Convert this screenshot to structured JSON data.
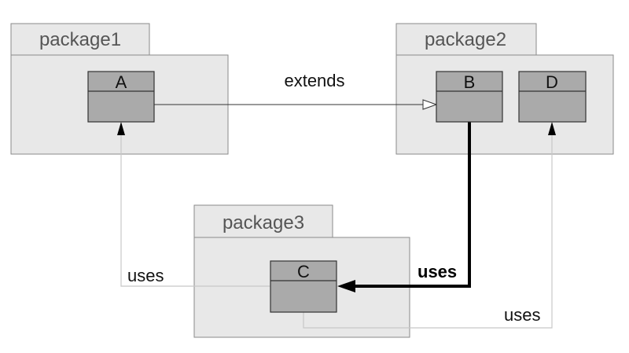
{
  "packages": [
    {
      "id": "package1",
      "label": "package1"
    },
    {
      "id": "package2",
      "label": "package2"
    },
    {
      "id": "package3",
      "label": "package3"
    }
  ],
  "classes": [
    {
      "id": "A",
      "name": "A",
      "package": "package1"
    },
    {
      "id": "B",
      "name": "B",
      "package": "package2"
    },
    {
      "id": "D",
      "name": "D",
      "package": "package2"
    },
    {
      "id": "C",
      "name": "C",
      "package": "package3"
    }
  ],
  "relations": [
    {
      "id": "a-extends-b",
      "from": "A",
      "to": "B",
      "kind": "generalization",
      "label": "extends"
    },
    {
      "id": "c-uses-a",
      "from": "C",
      "to": "A",
      "kind": "dependency",
      "label": "uses"
    },
    {
      "id": "b-uses-c",
      "from": "B",
      "to": "C",
      "kind": "dependency",
      "emphasis": "bold",
      "label": "uses"
    },
    {
      "id": "c-uses-d",
      "from": "C",
      "to": "D",
      "kind": "dependency",
      "label": "uses"
    }
  ],
  "colors": {
    "package_fill": "#e8e8e8",
    "class_fill": "#aaaaaa",
    "faint_line": "#c8c8c8",
    "strong_line": "#000000"
  }
}
